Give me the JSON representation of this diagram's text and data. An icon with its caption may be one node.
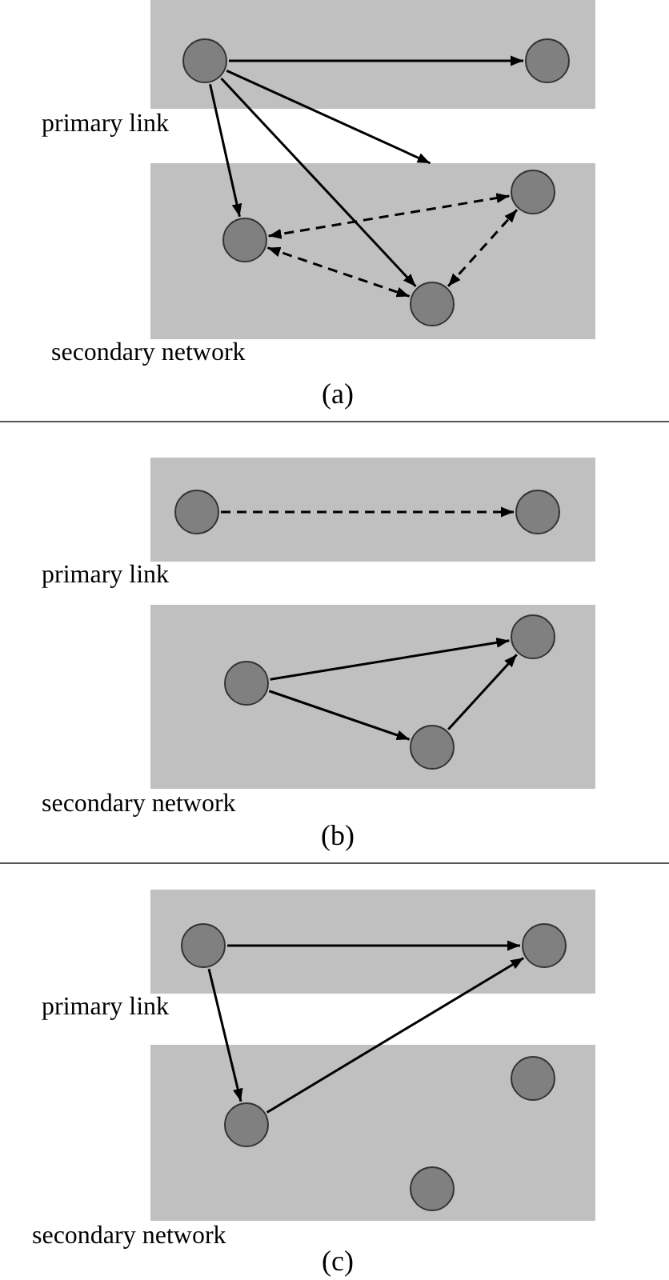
{
  "diagram": {
    "nodes": [
      {
        "text": [
          "primary link"
        ]
      },
      {
        "text": [],
        "shape": "circle",
        "in": 0
      },
      {
        "text": [],
        "shape": "circle",
        "in": 0
      },
      {
        "text": [
          "secondary network"
        ]
      },
      {
        "text": [],
        "shape": "circle",
        "in": 3
      },
      {
        "text": [],
        "shape": "circle",
        "in": 3
      },
      {
        "text": [],
        "shape": "circle",
        "in": 3
      },
      {
        "text": [
          "primary link"
        ]
      },
      {
        "text": [],
        "shape": "circle",
        "in": 7
      },
      {
        "text": [],
        "shape": "circle",
        "in": 7
      },
      {
        "text": [
          "secondary network"
        ]
      },
      {
        "text": [],
        "shape": "circle",
        "in": 10
      },
      {
        "text": [],
        "shape": "circle",
        "in": 10
      },
      {
        "text": [],
        "shape": "circle",
        "in": 10
      },
      {
        "text": [
          "primary link"
        ]
      },
      {
        "text": [],
        "shape": "circle",
        "in": 14
      },
      {
        "text": [],
        "shape": "circle",
        "in": 14
      },
      {
        "text": [
          "secondary network"
        ]
      },
      {
        "text": [],
        "shape": "circle",
        "in": 17
      },
      {
        "text": [],
        "shape": "circle",
        "in": 17
      },
      {
        "text": [],
        "shape": "circle",
        "in": 17
      }
    ],
    "edges": [
      {
        "from": 1,
        "to": 2,
        "arrow": "to"
      },
      {
        "from": 1,
        "to": 3,
        "arrow": "to"
      },
      {
        "from": 1,
        "to": 4,
        "arrow": "to"
      },
      {
        "from": 1,
        "to": 5,
        "arrow": "to"
      },
      {
        "from": 4,
        "to": 6,
        "arrow": "both",
        "style": "dashed"
      },
      {
        "from": 4,
        "to": 5,
        "arrow": "both",
        "style": "dashed"
      },
      {
        "from": 5,
        "to": 6,
        "arrow": "both",
        "style": "dashed"
      },
      {
        "from": 8,
        "to": 9,
        "arrow": "to",
        "style": "dashed"
      },
      {
        "from": 11,
        "to": 13,
        "arrow": "to"
      },
      {
        "from": 11,
        "to": 12,
        "arrow": "to"
      },
      {
        "from": 12,
        "to": 13,
        "arrow": "to"
      },
      {
        "from": 15,
        "to": 16,
        "arrow": "to"
      },
      {
        "from": 15,
        "to": 18,
        "arrow": "to"
      },
      {
        "from": 18,
        "to": 16,
        "arrow": "to"
      }
    ],
    "labels": [
      "(a)",
      "(b)",
      "(c)"
    ]
  }
}
